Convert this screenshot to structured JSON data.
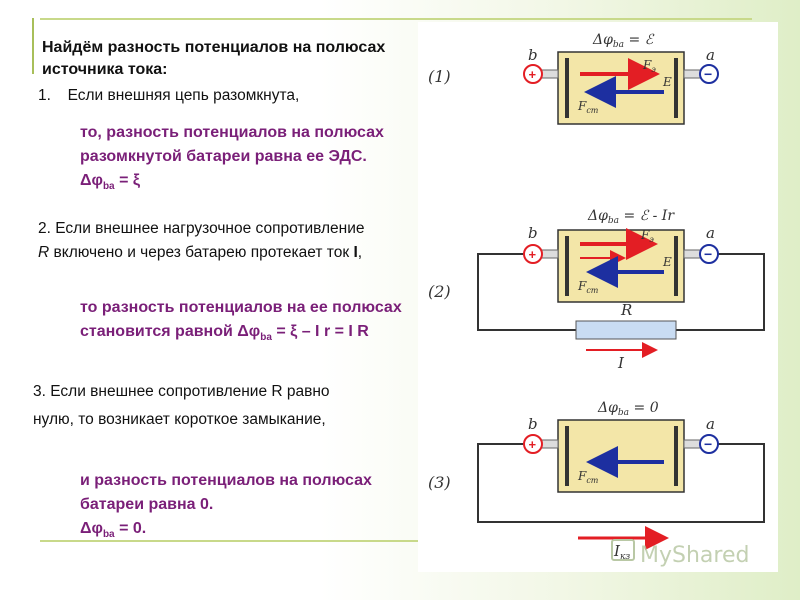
{
  "title": "Найдём разность потенциалов на полюсах источника тока:",
  "item1": {
    "number": "1.",
    "text": "Если внешняя цепь разомкнута,"
  },
  "item1_result": {
    "text": "то, разность потенциалов на полюсах разомкнутой батареи равна ее ЭДС.",
    "formula_prefix": "Δφ",
    "formula_sub": "ba",
    "formula_rest": " = ξ"
  },
  "item2": {
    "prefix": "2. Если внешнее нагрузочное сопротивление ",
    "R": "R",
    "suffix": " включено и через батарею протекает ток ",
    "I": "I",
    "end": ","
  },
  "item2_result": {
    "text": "то разность потенциалов на ее полюсах становится равной ",
    "formula_prefix": "Δφ",
    "formula_sub": "ba",
    "formula_rest": " = ξ – I r = I R"
  },
  "item3": {
    "text": "3. Если внешнее сопротивление R равно нулю, то возникает короткое замыкание,"
  },
  "item3_result": {
    "text": "и разность потенциалов на полюсах батареи равна 0.",
    "formula_prefix": "Δφ",
    "formula_sub": "ba",
    "formula_rest": " = 0."
  },
  "figure": {
    "case1_label": "(1)",
    "case2_label": "(2)",
    "case3_label": "(3)",
    "eq1": "Δφ",
    "eq1_sub": "ba",
    "eq1_rest": " = ℰ",
    "eq2_rest": " = ℰ - Ir",
    "eq3_rest": " = 0",
    "terminal_b": "b",
    "terminal_a": "a",
    "plus": "+",
    "minus": "−",
    "resistor_label": "R",
    "current_label": "I",
    "current_short": "I",
    "current_short_sub": "кз",
    "force_ext": "F",
    "force_ext_sub": "э",
    "force_st": "F",
    "force_st_sub": "ст",
    "field": "E",
    "watermark": "MyShared"
  },
  "colors": {
    "accent": "#7a1f78",
    "case_fill": "#f3e6a8",
    "red": "#e31e24",
    "blue": "#1d2fa0",
    "resistor": "#c9dcf2"
  }
}
